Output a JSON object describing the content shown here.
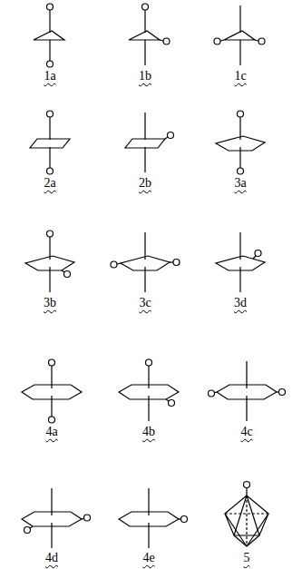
{
  "diagram": {
    "labels": [
      "1a",
      "1b",
      "1c",
      "2a",
      "2b",
      "3a",
      "3b",
      "3c",
      "3d",
      "4a",
      "4b",
      "4c",
      "4d",
      "4e",
      "5"
    ]
  }
}
